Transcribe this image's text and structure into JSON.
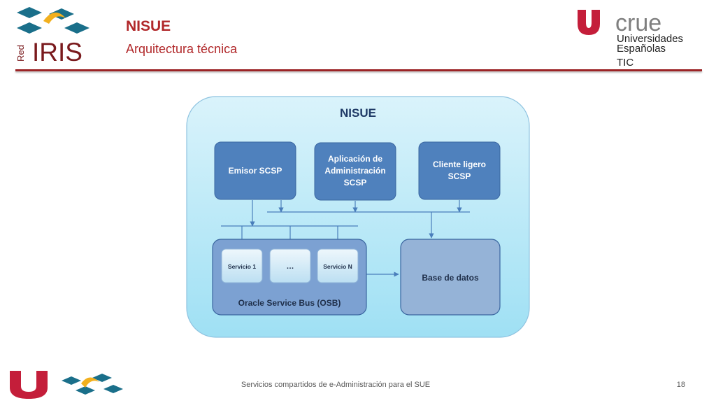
{
  "header": {
    "title": "NISUE",
    "subtitle": "Arquitectura técnica",
    "left_logo": {
      "text": "IRIS",
      "prefix": "Red"
    },
    "right_logo": {
      "brand": "crue",
      "line1": "Universidades",
      "line2": "Españolas",
      "line3": "TIC"
    }
  },
  "diagram": {
    "container_title": "NISUE",
    "top_boxes": {
      "emisor": "Emisor SCSP",
      "aplicacion_line1": "Aplicación de",
      "aplicacion_line2": "Administración",
      "aplicacion_line3": "SCSP",
      "cliente_line1": "Cliente ligero",
      "cliente_line2": "SCSP"
    },
    "osb": {
      "label": "Oracle Service Bus (OSB)",
      "servicio_1": "Servicio 1",
      "servicio_mid": "…",
      "servicio_n": "Servicio N"
    },
    "database": "Base de datos"
  },
  "footer": {
    "text": "Servicios compartidos de e-Administración para el SUE",
    "page": "18"
  },
  "colors": {
    "brand_red": "#b1282a",
    "box_blue": "#4f81bd",
    "box_light": "#95b3d7",
    "container": "#b7e7f7"
  }
}
